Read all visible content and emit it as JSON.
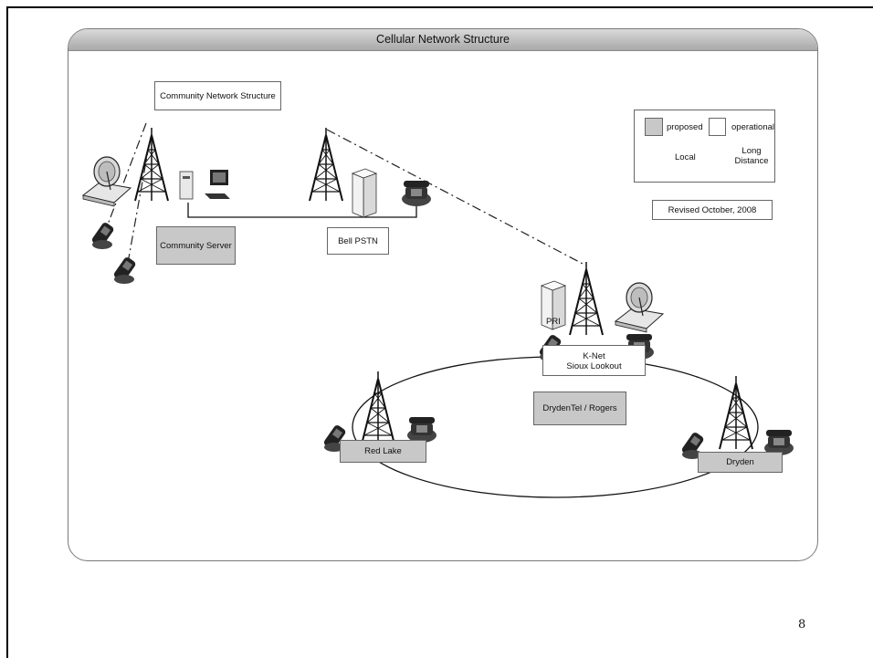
{
  "slide": {
    "title": "Cellular Network Structure",
    "page_number": "8"
  },
  "labels": {
    "community_network": "Community Network Structure",
    "community_server": "Community Server",
    "bell_pstn": "Bell PSTN",
    "pri": "PRI",
    "knet": "K-Net",
    "sioux_lookout": "Sioux Lookout",
    "drydentel": "DrydenTel / Rogers",
    "red_lake": "Red Lake",
    "dryden": "Dryden",
    "revised": "Revised October, 2008"
  },
  "legend": {
    "proposed": "proposed",
    "operational": "operational",
    "local": "Local",
    "long_distance": "Long Distance"
  }
}
